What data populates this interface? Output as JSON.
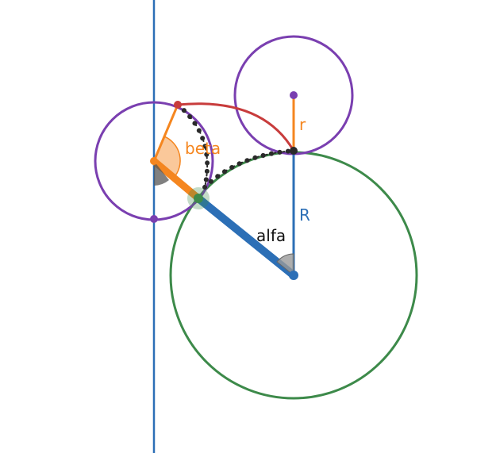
{
  "labels": {
    "beta": "beta",
    "alfa": "alfa",
    "r": "r",
    "R": "R"
  },
  "colors": {
    "green_circle": "#3d8a4a",
    "purple_circle": "#7a3fb0",
    "red_arc": "#c83c3c",
    "orange": "#f5861f",
    "blue": "#2c6fb6",
    "dark_dots": "#2a2a2a",
    "gray_angle": "#9a9a9a"
  }
}
